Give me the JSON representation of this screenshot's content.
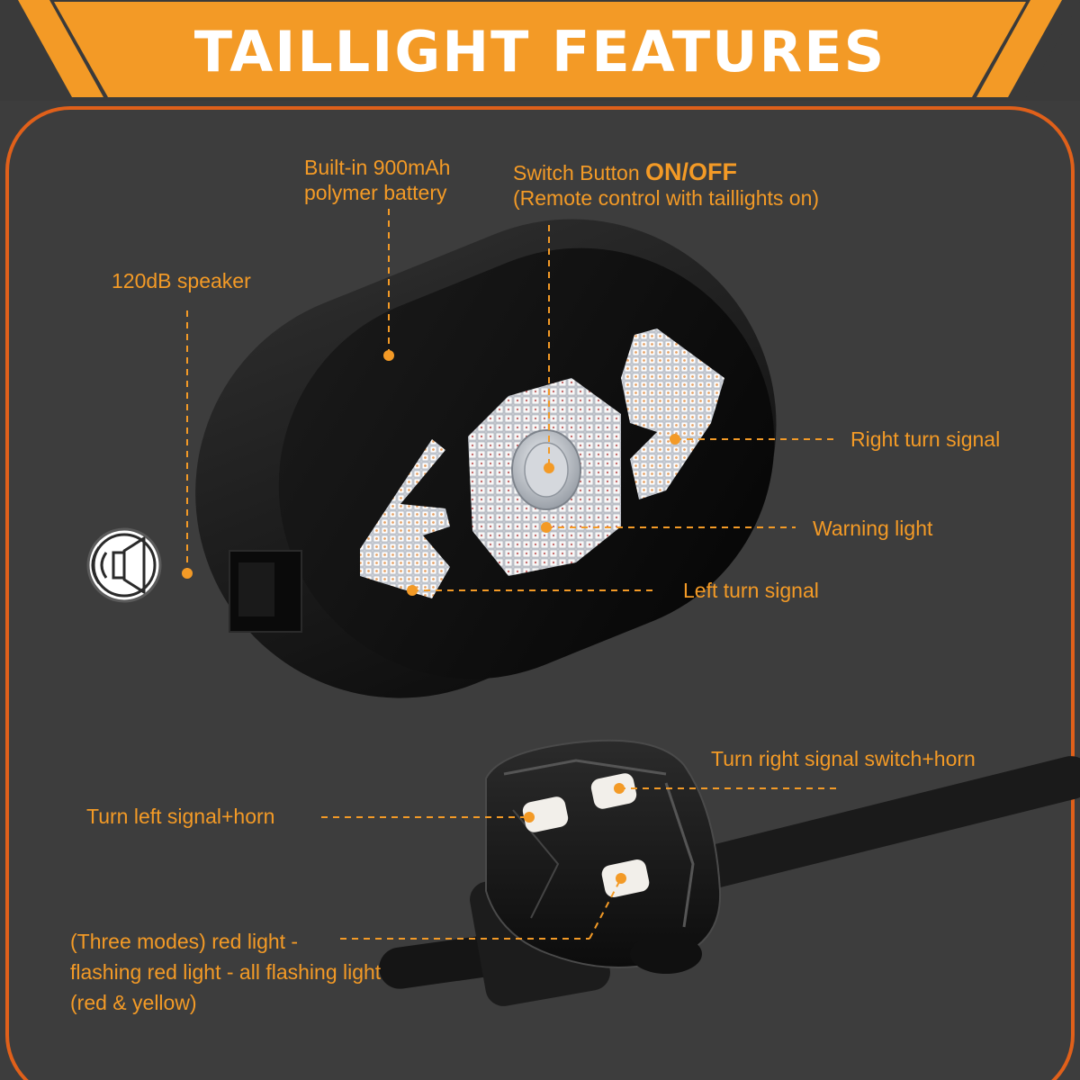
{
  "banner": {
    "title": "TAILLIGHT FEATURES"
  },
  "colors": {
    "accent": "#f39a26",
    "background": "#3d3d3d",
    "banner_text": "#ffffff"
  },
  "callouts": {
    "battery": [
      "Built-in 900mAh",
      "polymer battery"
    ],
    "switch_prefix": "Switch Button ",
    "switch_emphasis": "ON/OFF",
    "switch_note": "(Remote control with taillights on)",
    "speaker": "120dB speaker",
    "right_turn": "Right turn signal",
    "warning": "Warning light",
    "left_turn": "Left turn signal",
    "remote_right": "Turn right signal switch+horn",
    "remote_left": "Turn left signal+horn",
    "remote_modes": [
      "(Three modes) red light -",
      "flashing red light - all flashing light",
      "(red & yellow)"
    ]
  },
  "icons": {
    "speaker_icon": "speaker-horn-icon"
  }
}
